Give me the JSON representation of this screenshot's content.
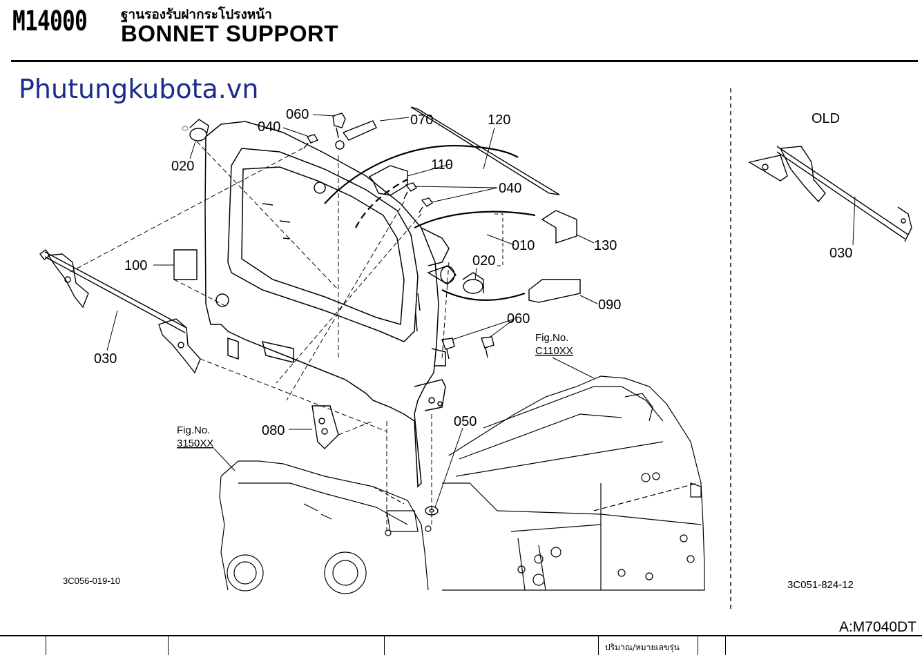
{
  "header": {
    "code": "M14000",
    "title_thai": "ฐานรองรับฝากระโปรงหน้า",
    "title_en": "BONNET SUPPORT"
  },
  "watermark": "Phutungkubota.vn",
  "diagram": {
    "labels": {
      "p060_top": "060",
      "p040_top": "040",
      "p070": "070",
      "p120": "120",
      "p020_left": "020",
      "p110": "110",
      "p040_right": "040",
      "p010": "010",
      "p130": "130",
      "p020_right": "020",
      "p100": "100",
      "p090": "090",
      "p060_right": "060",
      "p030": "030",
      "p080": "080",
      "p050": "050"
    },
    "fig_ref_1": {
      "line1": "Fig.No.",
      "line2": "C110XX"
    },
    "fig_ref_2": {
      "line1": "Fig.No.",
      "line2": "3150XX"
    },
    "illustration_code_main": "3C056-019-10",
    "illustration_code_old": "3C051-824-12",
    "old_panel": {
      "title": "OLD",
      "part_label": "030"
    }
  },
  "model_code": "A:M7040DT",
  "table": {
    "quantity_header": "ปริมาณ/หมายเลขรุ่น"
  }
}
